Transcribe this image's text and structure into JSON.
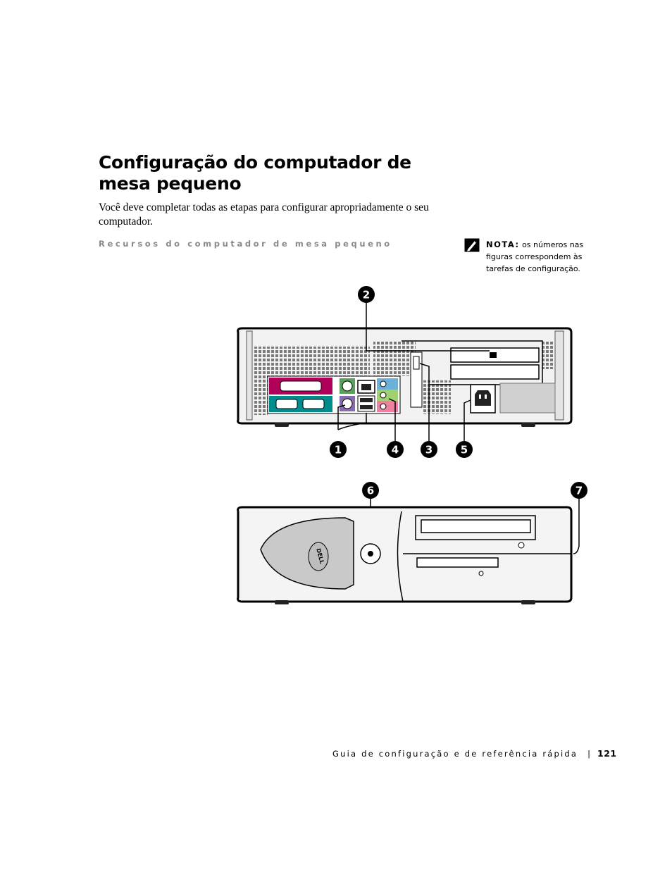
{
  "page": {
    "title": "Configuração do computador de mesa pequeno",
    "intro": "Você deve completar todas as etapas para configurar apropriadamente o seu computador.",
    "figure_caption": "Recursos do computador de mesa pequeno"
  },
  "note": {
    "label": "NOTA:",
    "text": "os números nas figuras correspondem às tarefas de configuração.",
    "icon": "pencil-note-icon"
  },
  "figure": {
    "callouts": [
      "1",
      "2",
      "3",
      "4",
      "5",
      "6",
      "7"
    ],
    "brand_logo_text": "DELL"
  },
  "footer": {
    "guide": "Guia de configuração e de referência rápida",
    "separator": "|",
    "page_number": "121"
  }
}
